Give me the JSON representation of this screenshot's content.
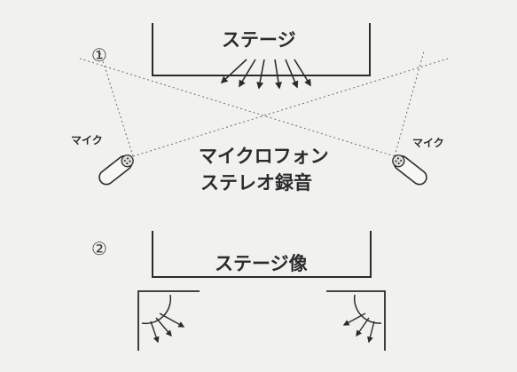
{
  "markers": {
    "one": "①",
    "two": "②"
  },
  "labels": {
    "stage": "ステージ",
    "mic_left": "マイク",
    "mic_right": "マイク",
    "caption_line1": "マイクロフォン",
    "caption_line2": "ステレオ録音",
    "stage_image": "ステージ像"
  },
  "colors": {
    "ink": "#2b2b2b",
    "background": "#f1f1ef",
    "dotted": "#6a6a6a"
  }
}
